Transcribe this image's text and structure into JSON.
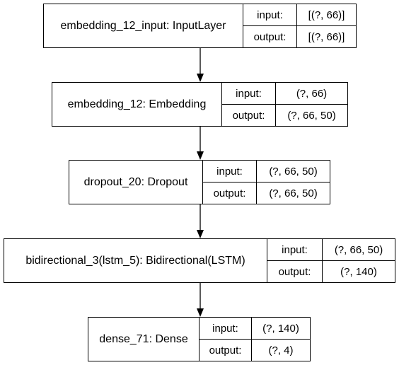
{
  "nodes": [
    {
      "name": "embedding_12_input: InputLayer",
      "input_label": "input:",
      "output_label": "output:",
      "input": "[(?, 66)]",
      "output": "[(?, 66)]"
    },
    {
      "name": "embedding_12: Embedding",
      "input_label": "input:",
      "output_label": "output:",
      "input": "(?, 66)",
      "output": "(?, 66, 50)"
    },
    {
      "name": "dropout_20: Dropout",
      "input_label": "input:",
      "output_label": "output:",
      "input": "(?, 66, 50)",
      "output": "(?, 66, 50)"
    },
    {
      "name": "bidirectional_3(lstm_5): Bidirectional(LSTM)",
      "input_label": "input:",
      "output_label": "output:",
      "input": "(?, 66, 50)",
      "output": "(?, 140)"
    },
    {
      "name": "dense_71: Dense",
      "input_label": "input:",
      "output_label": "output:",
      "input": "(?, 140)",
      "output": "(?, 4)"
    }
  ]
}
